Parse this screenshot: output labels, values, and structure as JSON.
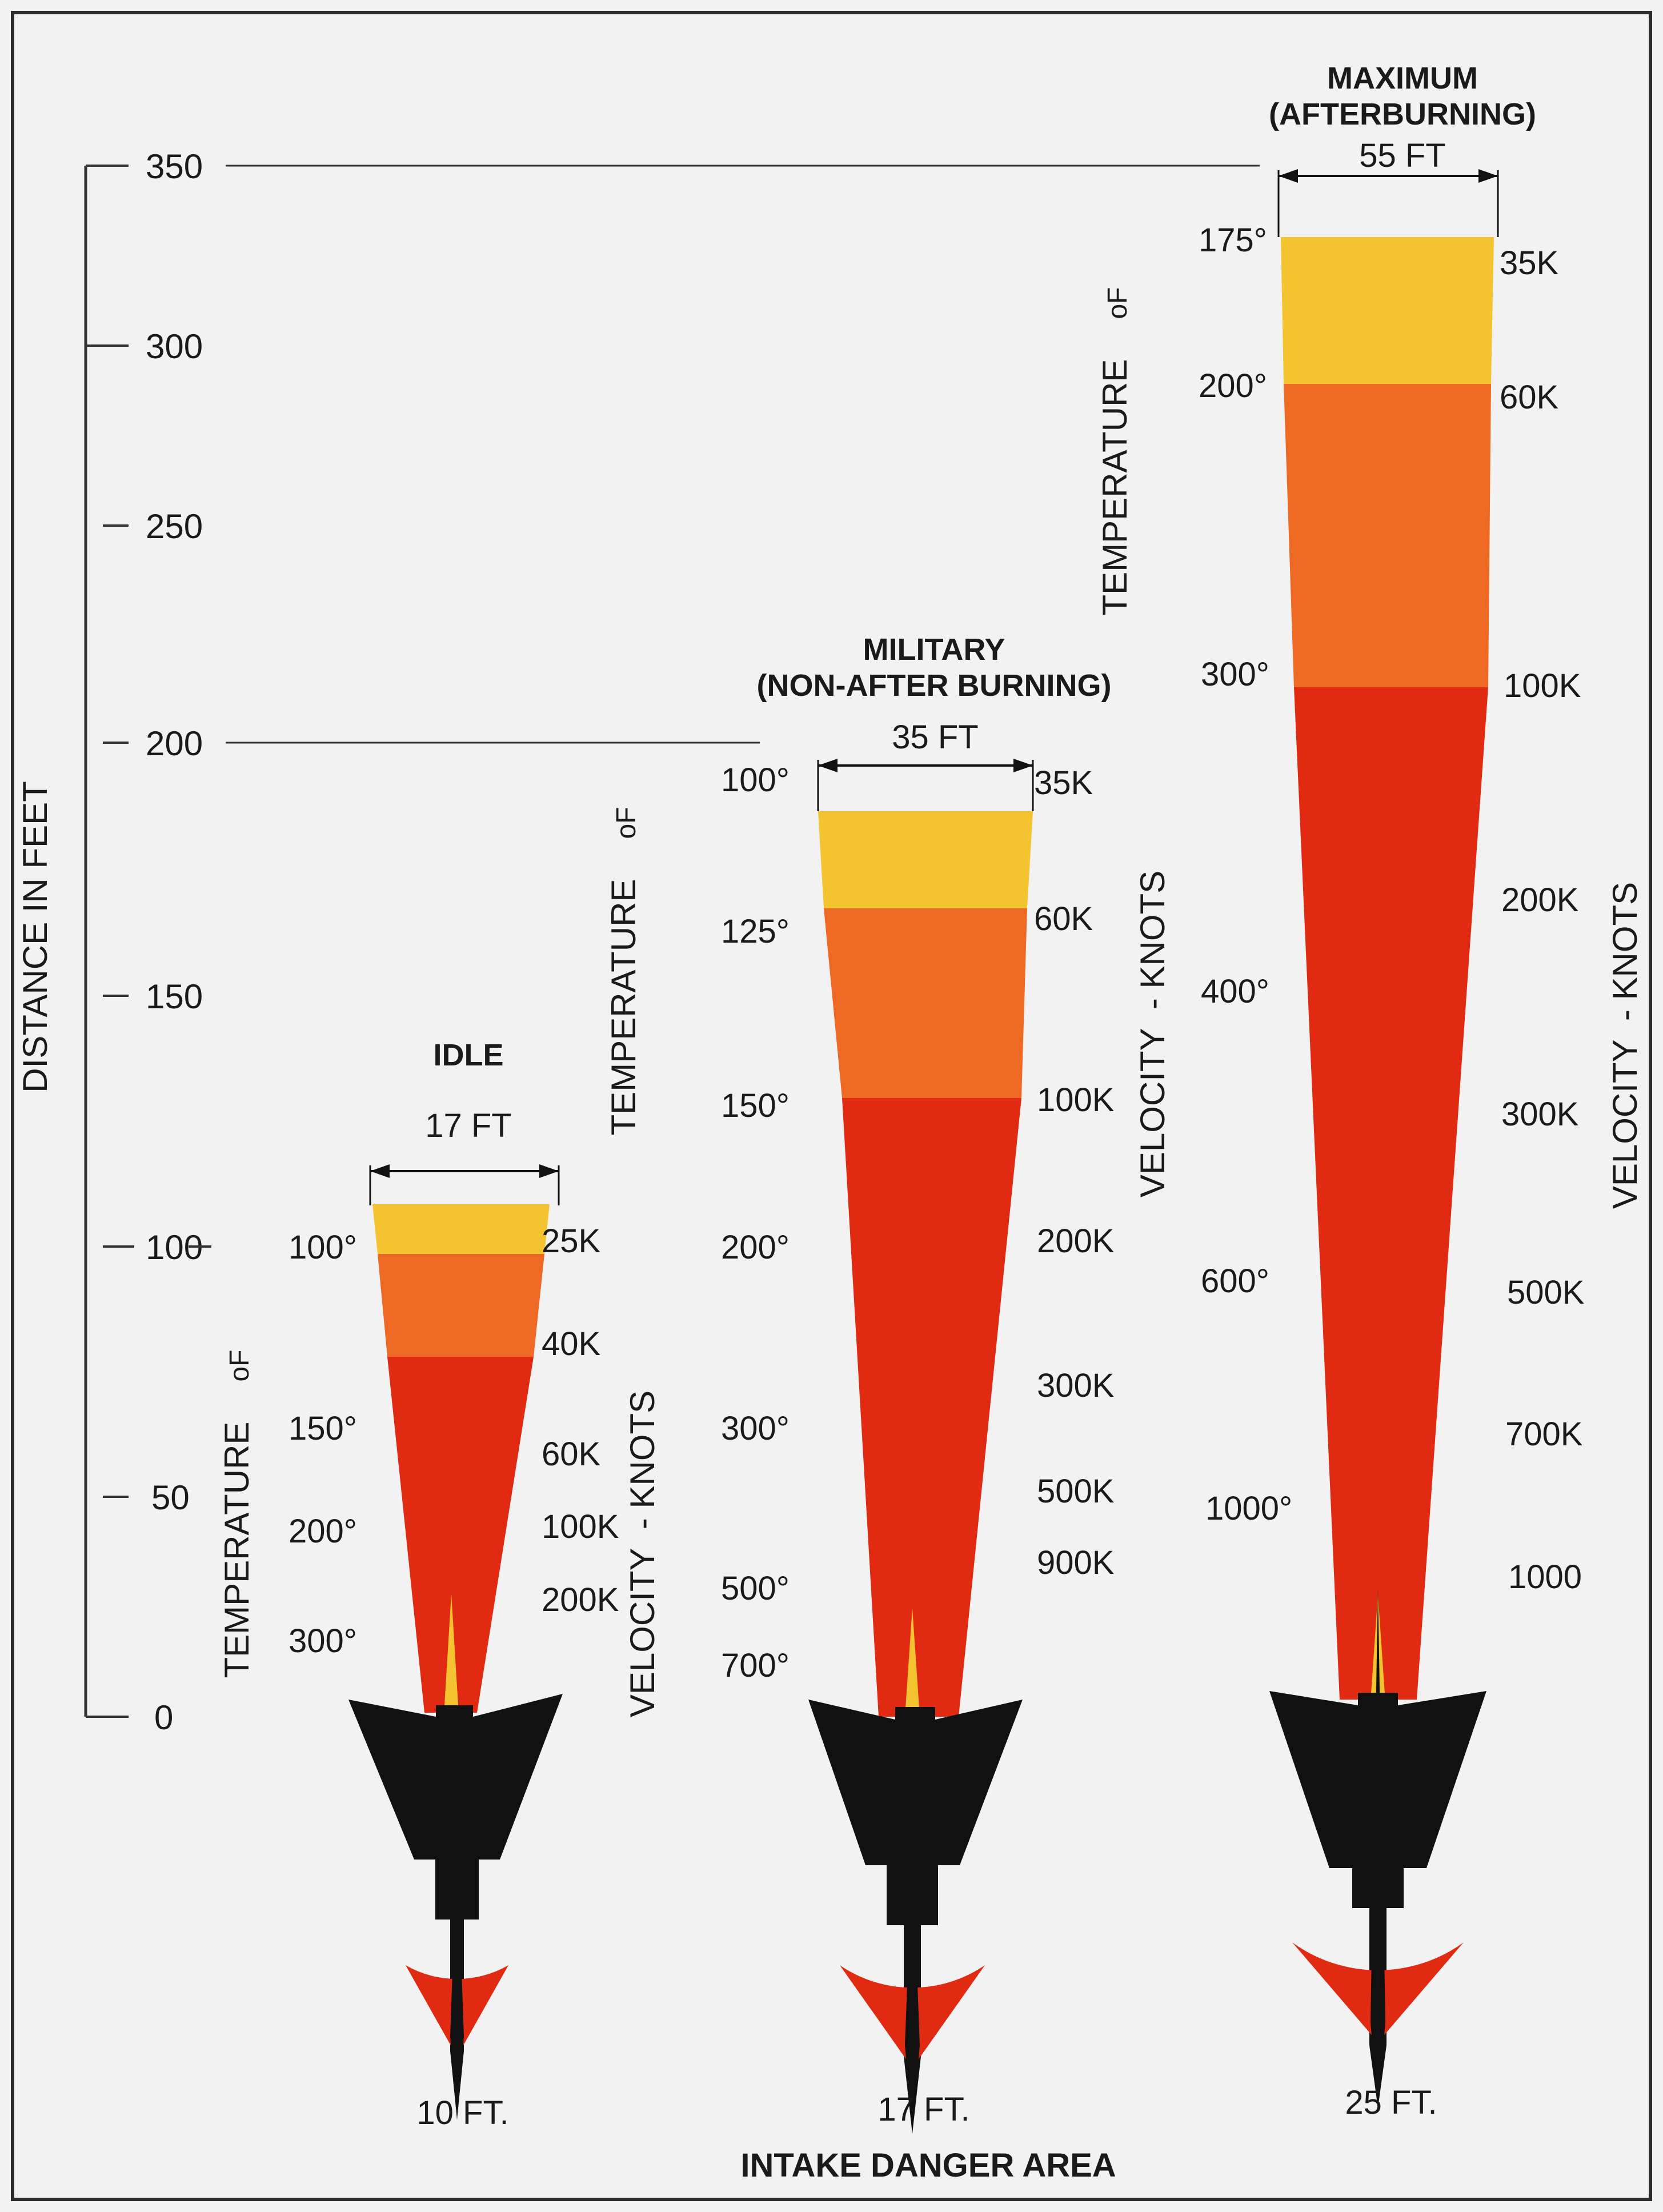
{
  "axis": {
    "title": "DISTANCE IN FEET",
    "ticks": [
      "350",
      "300",
      "250",
      "200",
      "150",
      "100",
      "50",
      "0"
    ]
  },
  "colors": {
    "yellow": "#f4c430",
    "orange": "#ee6a24",
    "red": "#e02a12",
    "aircraft": "#111111",
    "line": "#333333",
    "frame": "#2b2b2b"
  },
  "panels": {
    "idle": {
      "title": "IDLE",
      "width_label": "17 FT",
      "temperature_label": "TEMPERATURE",
      "temperature_unit": "oF",
      "velocity_label": "VELOCITY  - KNOTS",
      "temperatures": [
        "100°",
        "150°",
        "200°",
        "300°"
      ],
      "velocities": [
        "25K",
        "40K",
        "60K",
        "100K",
        "200K"
      ],
      "intake": "10 FT."
    },
    "military": {
      "title_line1": "MILITARY",
      "title_line2": "(NON-AFTER BURNING)",
      "width_label": "35 FT",
      "temperature_label": "TEMPERATURE",
      "temperature_unit": "oF",
      "velocity_label": "VELOCITY  - KNOTS",
      "temperatures": [
        "100°",
        "125°",
        "150°",
        "200°",
        "300°",
        "500°",
        "700°"
      ],
      "velocities": [
        "35K",
        "60K",
        "100K",
        "200K",
        "300K",
        "500K",
        "900K"
      ],
      "intake": "17 FT."
    },
    "maximum": {
      "title_line1": "MAXIMUM",
      "title_line2": "(AFTERBURNING)",
      "width_label": "55 FT",
      "temperature_label": "TEMPERATURE",
      "temperature_unit": "oF",
      "velocity_label": "VELOCITY  - KNOTS",
      "temperatures": [
        "175°",
        "200°",
        "300°",
        "400°",
        "600°",
        "1000°"
      ],
      "velocities": [
        "35K",
        "60K",
        "100K",
        "200K",
        "300K",
        "500K",
        "700K",
        "1000"
      ],
      "intake": "25 FT."
    }
  },
  "footer": "INTAKE DANGER AREA"
}
